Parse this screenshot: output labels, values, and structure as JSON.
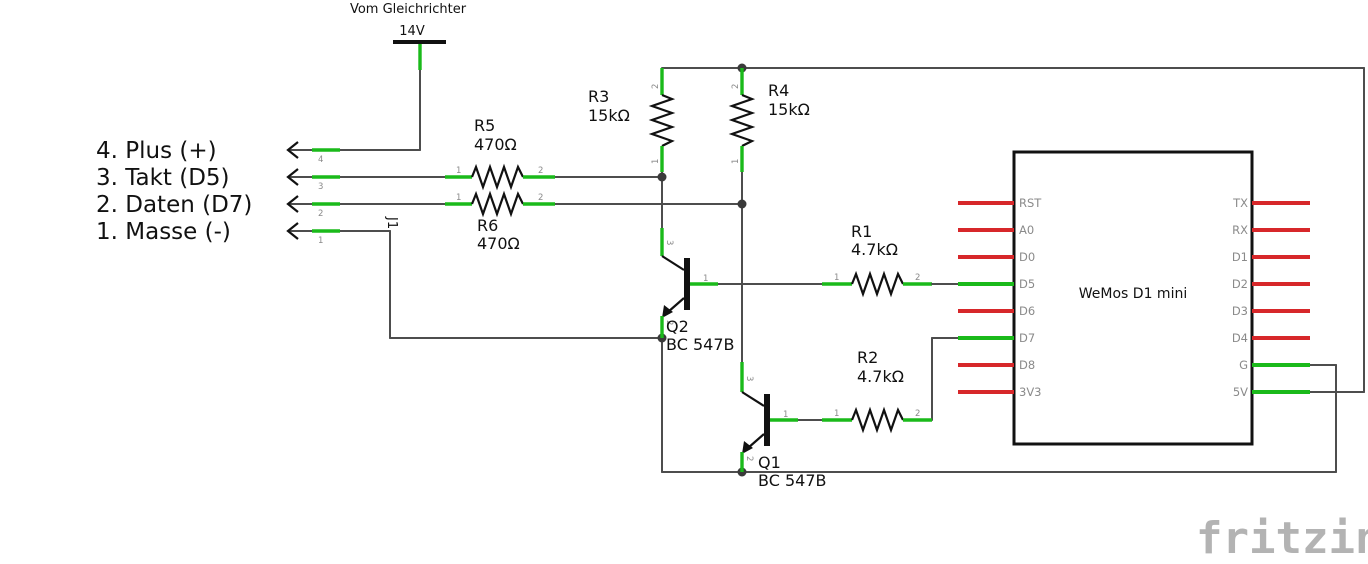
{
  "supply": {
    "caption": "Vom Gleichrichter",
    "voltage": "14V"
  },
  "connector": {
    "name": "J1",
    "pins": [
      {
        "num": "4",
        "label": "4. Plus (+)"
      },
      {
        "num": "3",
        "label": "3. Takt (D5)"
      },
      {
        "num": "2",
        "label": "2. Daten (D7)"
      },
      {
        "num": "1",
        "label": "1. Masse (-)"
      }
    ]
  },
  "resistors": {
    "r1": {
      "name": "R1",
      "value": "4.7kΩ",
      "pin_a": "1",
      "pin_b": "2"
    },
    "r2": {
      "name": "R2",
      "value": "4.7kΩ",
      "pin_a": "1",
      "pin_b": "2"
    },
    "r3": {
      "name": "R3",
      "value": "15kΩ",
      "pin_a": "2",
      "pin_b": "1"
    },
    "r4": {
      "name": "R4",
      "value": "15kΩ",
      "pin_a": "2",
      "pin_b": "1"
    },
    "r5": {
      "name": "R5",
      "value": "470Ω",
      "pin_a": "1",
      "pin_b": "2"
    },
    "r6": {
      "name": "R6",
      "value": "470Ω",
      "pin_a": "1",
      "pin_b": "2"
    }
  },
  "transistors": {
    "q1": {
      "name": "Q1",
      "type": "BC 547B",
      "pin_c": "3",
      "pin_b": "1",
      "pin_e": "2"
    },
    "q2": {
      "name": "Q2",
      "type": "BC 547B",
      "pin_c": "3",
      "pin_b": "1",
      "pin_e": "2"
    }
  },
  "module": {
    "name": "WeMos D1 mini",
    "left_pins": [
      "RST",
      "A0",
      "D0",
      "D5",
      "D6",
      "D7",
      "D8",
      "3V3"
    ],
    "right_pins": [
      "TX",
      "RX",
      "D1",
      "D2",
      "D3",
      "D4",
      "G",
      "5V"
    ]
  },
  "logo": "fritzing"
}
